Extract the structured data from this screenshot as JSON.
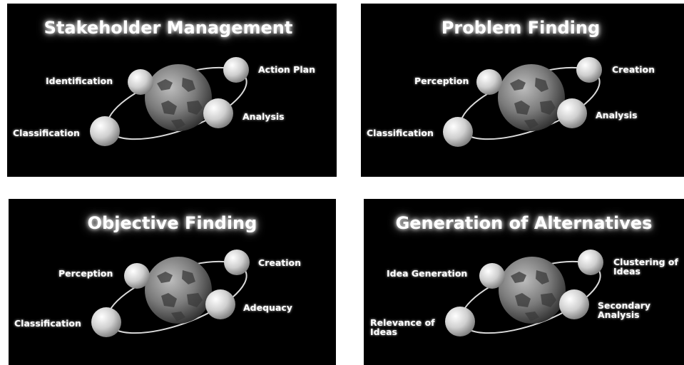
{
  "panels": [
    {
      "title": "Stakeholder Management",
      "labels": {
        "left_top": "Identification",
        "left_bottom": "Classification",
        "right_top": "Action Plan",
        "right_bottom": "Analysis"
      }
    },
    {
      "title": "Problem Finding",
      "labels": {
        "left_top": "Perception",
        "left_bottom": "Classification",
        "right_top": "Creation",
        "right_bottom": "Analysis"
      }
    },
    {
      "title": "Objective Finding",
      "labels": {
        "left_top": "Perception",
        "left_bottom": "Classification",
        "right_top": "Creation",
        "right_bottom": "Adequacy"
      }
    },
    {
      "title": "Generation of Alternatives",
      "labels": {
        "left_top": "Idea Generation",
        "left_bottom": "Relevance of\nIdeas",
        "right_top": "Clustering of\nIdeas",
        "right_bottom": "Secondary\nAnalysis"
      }
    }
  ],
  "colors": {
    "panel_background": "#000000",
    "text": "#ffffff",
    "orbit": "#d9d9d9"
  }
}
